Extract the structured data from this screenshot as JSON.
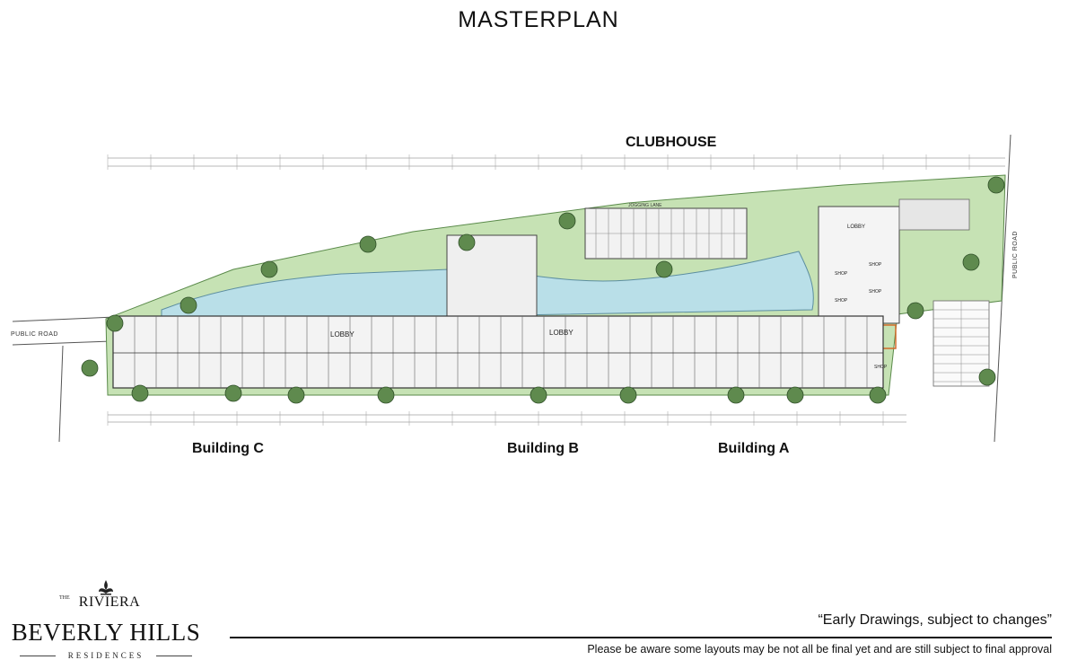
{
  "page": {
    "title": "MASTERPLAN"
  },
  "plan": {
    "clubhouse_label": "CLUBHOUSE",
    "buildings": [
      {
        "name": "Building C"
      },
      {
        "name": "Building B"
      },
      {
        "name": "Building A"
      }
    ],
    "road_left": "PUBLIC ROAD",
    "road_right": "PUBLIC ROAD",
    "lobby_labels": [
      "LOBBY",
      "LOBBY",
      "LOBBY"
    ],
    "shop_labels": [
      "SHOP",
      "SHOP",
      "SHOP",
      "SHOP",
      "SHOP"
    ],
    "jogging_lane": "JOGGING LANE",
    "colors": {
      "pool": "#b9dfe8",
      "greenery": "#9cc987",
      "tree": "#5f8a4e",
      "units": "#eeeeee",
      "lines": "#555555"
    }
  },
  "brand": {
    "the": "THE",
    "riviera": "RIVIERA",
    "name": "BEVERLY HILLS",
    "residences": "RESIDENCES"
  },
  "notes": {
    "early": "“Early Drawings, subject to changes”",
    "disclaimer": "Please be aware some layouts may be not all be final yet and are still subject to final approval"
  }
}
